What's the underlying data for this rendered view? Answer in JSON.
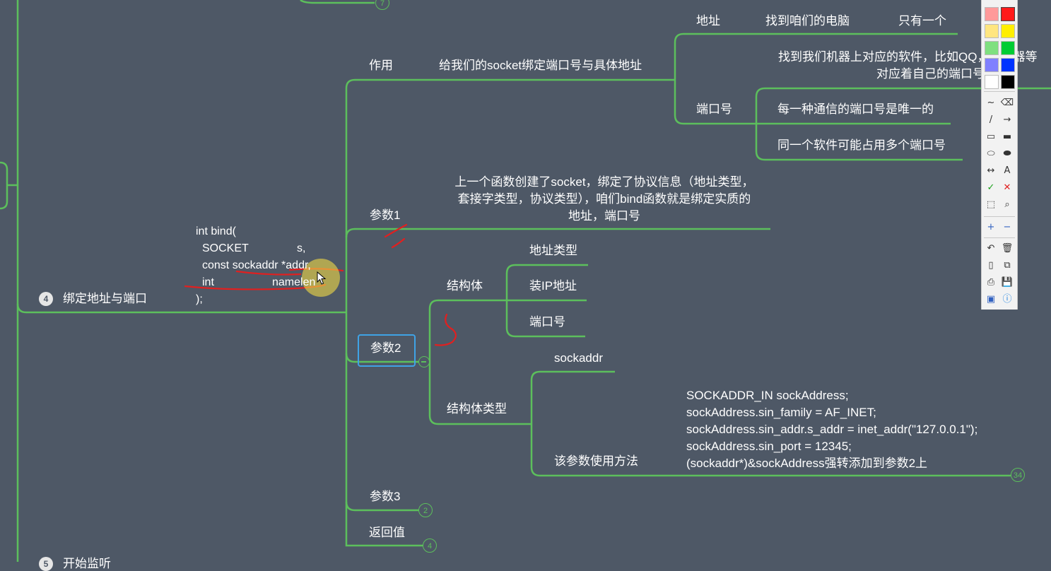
{
  "colors": {
    "background": "#4e5866",
    "branch_line": "#5cbf5c",
    "text": "#ffffff",
    "annotation_red": "#e02020",
    "selection": "#3fa3e6"
  },
  "root_node": {
    "number": "4",
    "label": "绑定地址与端口"
  },
  "bottom_node": {
    "number": "5",
    "label": "开始监听"
  },
  "code": {
    "lines": [
      "int bind(",
      "SOCKET",
      "s,",
      "const sockaddr *addr,",
      "int",
      "namelen",
      ");"
    ]
  },
  "purpose": {
    "label": "作用",
    "desc": "给我们的socket绑定端口号与具体地址",
    "address": {
      "label": "地址",
      "desc": "找到咱们的电脑",
      "note": "只有一个"
    },
    "port": {
      "label": "端口号",
      "top_line1": "找到我们机器上对应的软件，比如QQ，浏览器等",
      "top_line2": "对应着自己的端口号",
      "items": [
        "每一种通信的端口号是唯一的",
        "同一个软件可能占用多个端口号"
      ]
    }
  },
  "param1": {
    "label": "参数1",
    "desc_lines": [
      "上一个函数创建了socket，绑定了协议信息（地址类型，",
      "套接字类型，协议类型），咱们bind函数就是绑定实质的",
      "地址，端口号"
    ]
  },
  "param2": {
    "label": "参数2",
    "struct_label": "结构体",
    "struct_items": [
      "地址类型",
      "装IP地址",
      "端口号"
    ],
    "struct_type_label": "结构体类型",
    "struct_type_name": "sockaddr",
    "usage_label": "该参数使用方法",
    "usage_lines": [
      "SOCKADDR_IN sockAddress;",
      "sockAddress.sin_family = AF_INET;",
      "sockAddress.sin_addr.s_addr = inet_addr(\"127.0.0.1\");",
      "sockAddress.sin_port = 12345;",
      "(sockaddr*)&sockAddress强转添加到参数2上"
    ],
    "usage_count": "34"
  },
  "param3": {
    "label": "参数3",
    "count": "2"
  },
  "return_value": {
    "label": "返回值",
    "count": "4"
  },
  "top_count": "7",
  "toolbar": {
    "swatches": [
      "#ff9a9a",
      "#ff1a1a",
      "#ffe680",
      "#ffee00",
      "#7fe07f",
      "#00cc33",
      "#8080ff",
      "#0033ff",
      "#ffffff",
      "#000000"
    ],
    "tools": [
      [
        "freehand-icon",
        "~"
      ],
      [
        "eraser-icon",
        "⌫"
      ],
      [
        "line-icon",
        "/"
      ],
      [
        "arrow-icon",
        "→"
      ],
      [
        "rect-icon",
        "▭"
      ],
      [
        "filled-rect-icon",
        "▬"
      ],
      [
        "ellipse-icon",
        "⬭"
      ],
      [
        "filled-ellipse-icon",
        "⬬"
      ],
      [
        "double-arrow-icon",
        "↔"
      ],
      [
        "text-icon",
        "A"
      ],
      [
        "check-icon",
        "✓"
      ],
      [
        "cross-icon",
        "✕"
      ],
      [
        "select-icon",
        "⬚"
      ],
      [
        "zoom-icon",
        "⌕"
      ],
      [
        "plus-icon",
        "+"
      ],
      [
        "minus-icon",
        "−"
      ],
      [
        "undo-icon",
        "↶"
      ],
      [
        "trash-icon",
        "🗑"
      ],
      [
        "new-page-icon",
        "▯"
      ],
      [
        "copy-icon",
        "⧉"
      ],
      [
        "print-icon",
        "⎙"
      ],
      [
        "save-icon",
        "💾"
      ],
      [
        "screen-icon",
        "▣"
      ],
      [
        "info-icon",
        "ⓘ"
      ]
    ]
  }
}
